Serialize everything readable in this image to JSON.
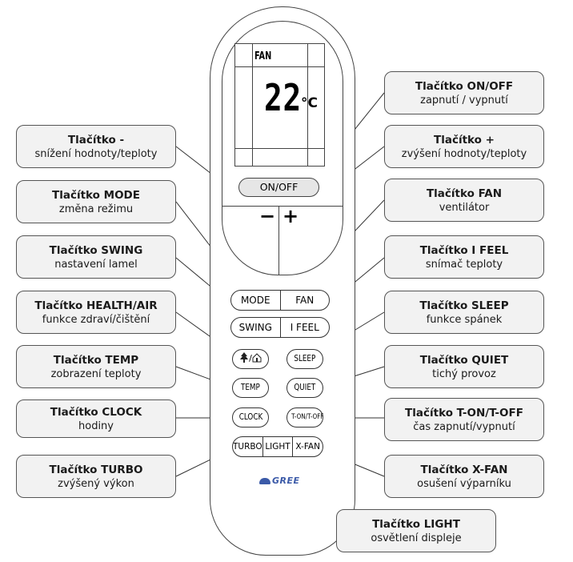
{
  "display": {
    "mode": "FAN",
    "temperature": "22",
    "unit": "°C"
  },
  "remote": {
    "onoff": "ON/OFF",
    "minus": "−",
    "plus": "+",
    "mode": "MODE",
    "fan": "FAN",
    "swing": "SWING",
    "ifeel": "I FEEL",
    "health_sep": "/",
    "sleep": "SLEEP",
    "temp": "TEMP",
    "quiet": "QUIET",
    "clock": "CLOCK",
    "tonoff": "T-ON/T-OFF",
    "turbo": "TURBO",
    "light": "LIGHT",
    "xfan": "X-FAN",
    "brand": "GREE"
  },
  "callouts": {
    "minus": {
      "title": "Tlačítko -",
      "desc": "snížení hodnoty/teploty"
    },
    "mode": {
      "title": "Tlačítko MODE",
      "desc": "změna režimu"
    },
    "swing": {
      "title": "Tlačítko SWING",
      "desc": "nastavení lamel"
    },
    "health": {
      "title": "Tlačítko HEALTH/AIR",
      "desc": "funkce zdraví/čištění"
    },
    "temp": {
      "title": "Tlačítko TEMP",
      "desc": "zobrazení teploty"
    },
    "clock": {
      "title": "Tlačítko CLOCK",
      "desc": "hodiny"
    },
    "turbo": {
      "title": "Tlačítko TURBO",
      "desc": "zvýšený výkon"
    },
    "onoff": {
      "title": "Tlačítko ON/OFF",
      "desc": "zapnutí / vypnutí"
    },
    "plus": {
      "title": "Tlačítko +",
      "desc": "zvýšení hodnoty/teploty"
    },
    "fan": {
      "title": "Tlačítko FAN",
      "desc": "ventilátor"
    },
    "ifeel": {
      "title": "Tlačítko I FEEL",
      "desc": "snímač teploty"
    },
    "sleep": {
      "title": "Tlačítko SLEEP",
      "desc": "funkce spánek"
    },
    "quiet": {
      "title": "Tlačítko QUIET",
      "desc": "tichý provoz"
    },
    "tonoff": {
      "title": "Tlačítko T-ON/T-OFF",
      "desc": "čas zapnutí/vypnutí"
    },
    "xfan": {
      "title": "Tlačítko X-FAN",
      "desc": "osušení výparníku"
    },
    "light": {
      "title": "Tlačítko LIGHT",
      "desc": "osvětlení displeje"
    }
  }
}
